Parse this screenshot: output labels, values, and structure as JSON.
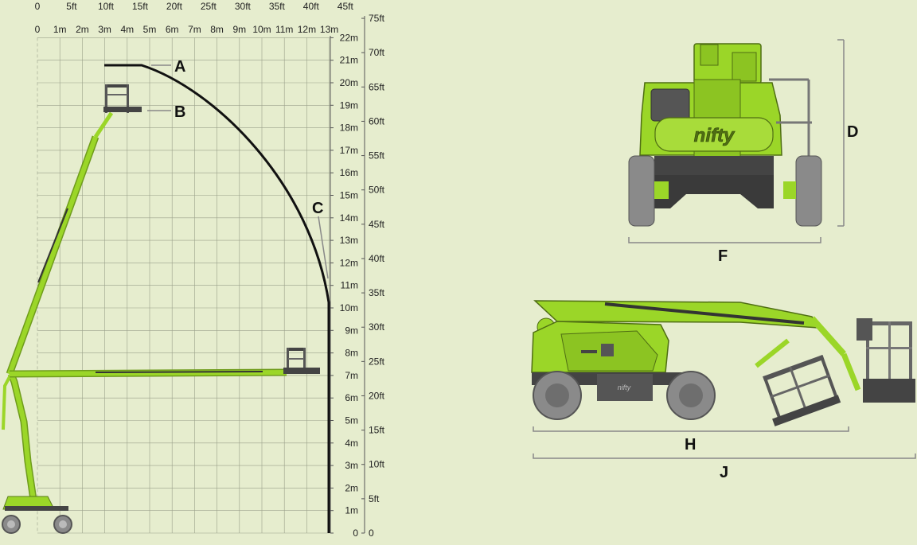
{
  "axes": {
    "top_ft": [
      "0",
      "5ft",
      "10ft",
      "15ft",
      "20ft",
      "25ft",
      "30ft",
      "35ft",
      "40ft",
      "45ft"
    ],
    "top_m": [
      "0",
      "1m",
      "2m",
      "3m",
      "4m",
      "5m",
      "6m",
      "7m",
      "8m",
      "9m",
      "10m",
      "11m",
      "12m",
      "13m"
    ],
    "right_m": [
      "0",
      "1m",
      "2m",
      "3m",
      "4m",
      "5m",
      "6m",
      "7m",
      "8m",
      "9m",
      "10m",
      "11m",
      "12m",
      "13m",
      "14m",
      "15m",
      "16m",
      "17m",
      "18m",
      "19m",
      "20m",
      "21m",
      "22m"
    ],
    "right_ft": [
      "0",
      "5ft",
      "10ft",
      "15ft",
      "20ft",
      "25ft",
      "30ft",
      "35ft",
      "40ft",
      "45ft",
      "50ft",
      "55ft",
      "60ft",
      "65ft",
      "70ft",
      "75ft"
    ]
  },
  "labels": {
    "A": "A",
    "B": "B",
    "C": "C",
    "D": "D",
    "F": "F",
    "H": "H",
    "J": "J"
  },
  "brand": "nifty",
  "colors": {
    "background": "#e6edce",
    "machine_green": "#9bd628",
    "machine_dark": "#3a3a3a",
    "tyre": "#8a8a8a",
    "envelope": "#111111"
  }
}
